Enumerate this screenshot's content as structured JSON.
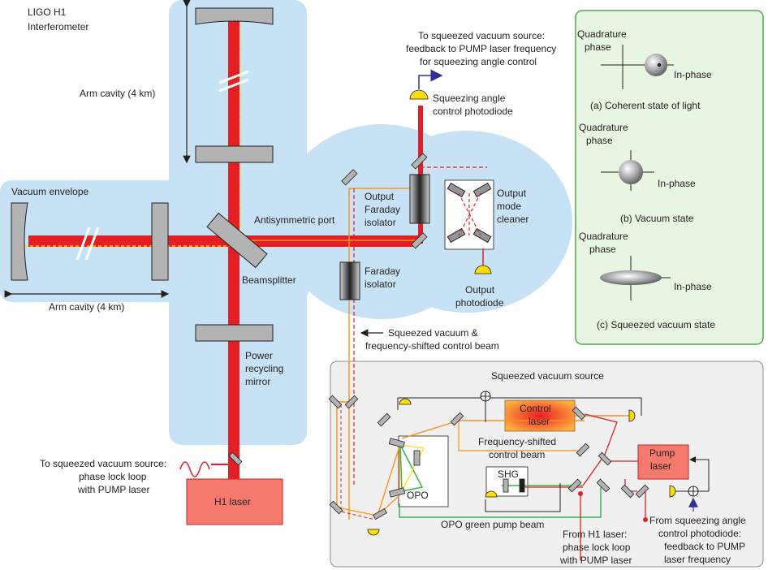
{
  "colors": {
    "vacuum": "#c6e2f4",
    "beam": "#e31e24",
    "orange": "#f7941d",
    "yellow": "#ffdd00",
    "green": "#39b54a",
    "panel_green_fill": "#e8f5e2",
    "panel_green_stroke": "#52a846",
    "panel_grey_fill": "#f0f0f0",
    "laser_fill": "#f47a6e",
    "mirror_fill": "#b3b3b3",
    "arrow_blue": "#2e3192"
  },
  "labels": {
    "title_line1": "LIGO H1",
    "title_line2": "Interferometer",
    "arm_cavity_vertical": "Arm cavity (4 km)",
    "arm_cavity_horizontal": "Arm cavity (4 km)",
    "vacuum_envelope": "Vacuum envelope",
    "beamsplitter": "Beamsplitter",
    "antisymmetric_port": "Antisymmetric port",
    "power_recycling_1": "Power",
    "power_recycling_2": "recycling",
    "power_recycling_3": "mirror",
    "h1_laser": "H1 laser",
    "sqz_feedback_1": "To squeezed vacuum source:",
    "sqz_feedback_2": "feedback to PUMP laser frequency",
    "sqz_feedback_3": "for squeezing angle control",
    "sqz_angle_pd_1": "Squeezing angle",
    "sqz_angle_pd_2": "control photodiode",
    "output_faraday_1": "Output",
    "output_faraday_2": "Faraday",
    "output_faraday_3": "isolator",
    "omc_1": "Output",
    "omc_2": "mode",
    "omc_3": "cleaner",
    "faraday_1": "Faraday",
    "faraday_2": "isolator",
    "output_pd_1": "Output",
    "output_pd_2": "photodiode",
    "sqz_vac_ctrl_1": "Squeezed vacuum &",
    "sqz_vac_ctrl_2": "frequency-shifted control beam",
    "pll_left_1": "To squeezed vacuum source:",
    "pll_left_2": "phase lock loop",
    "pll_left_3": "with PUMP laser",
    "sqz_source_title": "Squeezed vacuum source",
    "control_laser_1": "Control",
    "control_laser_2": "laser",
    "freq_shifted_1": "Frequency-shifted",
    "freq_shifted_2": "control beam",
    "pump_laser_1": "Pump",
    "pump_laser_2": "laser",
    "shg": "SHG",
    "opo": "OPO",
    "opo_green": "OPO green pump beam",
    "from_h1_1": "From H1 laser:",
    "from_h1_2": "phase lock loop",
    "from_h1_3": "with PUMP laser",
    "from_sqz_1": "From squeezing angle",
    "from_sqz_2": "control photodiode:",
    "from_sqz_3": "feedback to PUMP",
    "from_sqz_4": "laser frequency"
  },
  "phase_panel": {
    "a_quad_1": "Quadrature",
    "a_quad_2": "phase",
    "a_inphase": "In-phase",
    "a_caption": "(a) Coherent state of light",
    "b_quad_1": "Quadrature",
    "b_quad_2": "phase",
    "b_inphase": "In-phase",
    "b_caption": "(b) Vacuum state",
    "c_quad_1": "Quadrature",
    "c_quad_2": "phase",
    "c_inphase": "In-phase",
    "c_caption": "(c) Squeezed vacuum state"
  }
}
